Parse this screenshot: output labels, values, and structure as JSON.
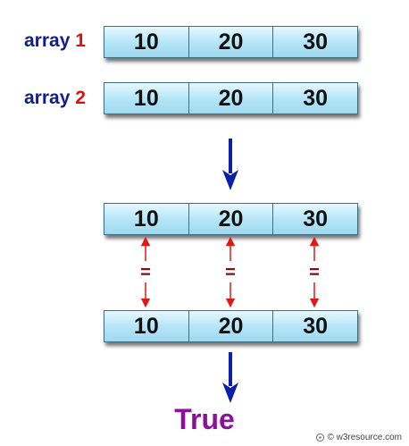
{
  "arrays": [
    {
      "word": "array",
      "number": "1",
      "values": [
        "10",
        "20",
        "30"
      ]
    },
    {
      "word": "array",
      "number": "2",
      "values": [
        "10",
        "20",
        "30"
      ]
    }
  ],
  "compare_top": {
    "values": [
      "10",
      "20",
      "30"
    ]
  },
  "compare_bottom": {
    "values": [
      "10",
      "20",
      "30"
    ]
  },
  "equals_symbol": "=",
  "result": "True",
  "watermark": "© w3resource.com",
  "colors": {
    "label_word": "#0f1f8c",
    "label_number": "#d21414",
    "flow_arrow": "#0b1fa8",
    "compare_arrow": "#e01818",
    "equals": "#7a1010",
    "result": "#8d0f9e",
    "cell_fill": "#b6e6f8"
  }
}
